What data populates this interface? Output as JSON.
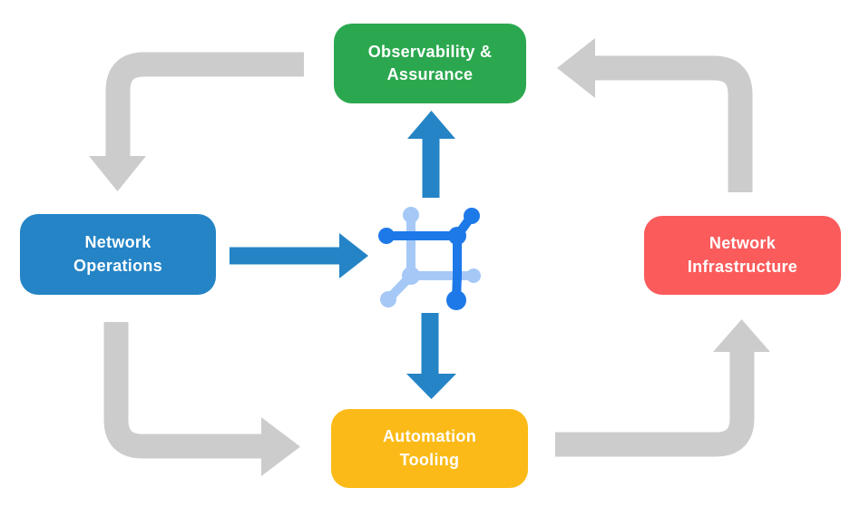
{
  "colors": {
    "green": "#2BA84F",
    "blue": "#2484C6",
    "red": "#FB5B5B",
    "yellow": "#FBBA17",
    "gray": "#CCCCCC",
    "arrow-blue": "#2484C6",
    "icon-blue": "#1D79E8",
    "icon-light-blue": "#A6C8F7",
    "text": "#FFFFFF",
    "background": "#FFFFFF"
  },
  "nodes": {
    "observability": {
      "label": "Observability &\nAssurance",
      "color": "#2BA84F"
    },
    "operations": {
      "label": "Network\nOperations",
      "color": "#2484C6"
    },
    "infrastructure": {
      "label": "Network\nInfrastructure",
      "color": "#FB5B5B"
    },
    "automation": {
      "label": "Automation\nTooling",
      "color": "#FBBA17"
    }
  },
  "center_icon": "network-automation-icon",
  "connections": [
    {
      "from": "Observability & Assurance",
      "to": "Network Operations",
      "style": "gray"
    },
    {
      "from": "Network Operations",
      "to": "Automation Tooling",
      "style": "gray"
    },
    {
      "from": "Automation Tooling",
      "to": "Network Infrastructure",
      "style": "gray"
    },
    {
      "from": "Network Infrastructure",
      "to": "Observability & Assurance",
      "style": "gray"
    },
    {
      "from": "Network Operations",
      "to": "center-icon",
      "style": "blue"
    },
    {
      "from": "center-icon",
      "to": "Observability & Assurance",
      "style": "blue"
    },
    {
      "from": "center-icon",
      "to": "Automation Tooling",
      "style": "blue"
    }
  ]
}
